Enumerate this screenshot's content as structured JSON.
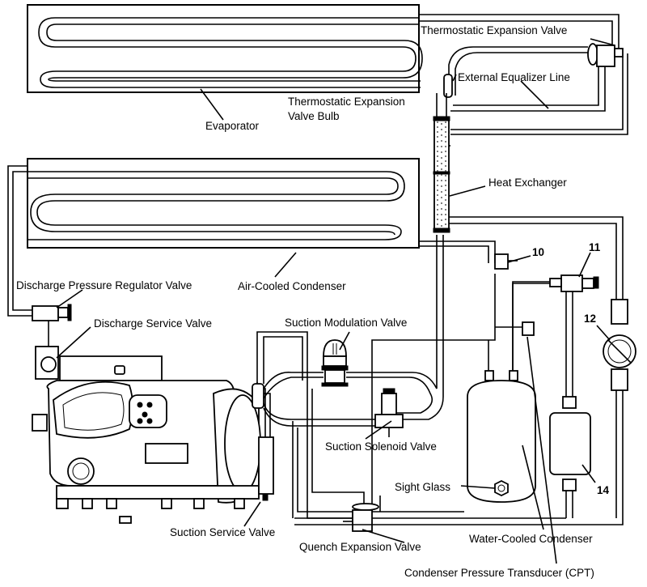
{
  "labels": {
    "thermostatic_expansion_valve": "Thermostatic Expansion Valve",
    "external_equalizer_line": "External Equalizer Line",
    "tev_bulb_line1": "Thermostatic Expansion",
    "tev_bulb_line2": "Valve Bulb",
    "evaporator": "Evaporator",
    "heat_exchanger": "Heat Exchanger",
    "discharge_pressure_regulator_valve": "Discharge Pressure Regulator Valve",
    "air_cooled_condenser": "Air-Cooled Condenser",
    "discharge_service_valve": "Discharge Service Valve",
    "suction_modulation_valve": "Suction Modulation Valve",
    "suction_solenoid_valve": "Suction Solenoid Valve",
    "sight_glass": "Sight Glass",
    "suction_service_valve": "Suction Service Valve",
    "water_cooled_condenser": "Water-Cooled Condenser",
    "quench_expansion_valve": "Quench Expansion Valve",
    "condenser_pressure_transducer": "Condenser Pressure Transducer (CPT)"
  },
  "numbers": {
    "n10": "10",
    "n11": "11",
    "n12": "12",
    "n14": "14"
  }
}
